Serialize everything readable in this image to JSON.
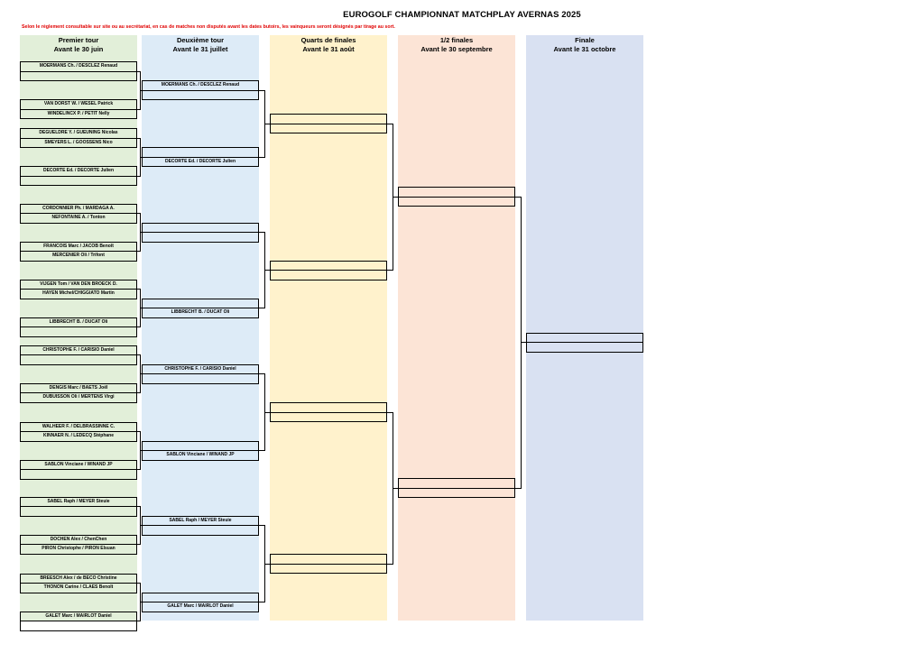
{
  "title": "EUROGOLF CHAMPIONNAT MATCHPLAY AVERNAS 2025",
  "note": "Selon le règlement consultable sur site ou au secrétariat, en cas de matches non disputés avant les dates butoirs, les vainqueurs seront désignés par tirage au sort.",
  "colors": {
    "round1": "#e2efd9",
    "round2": "#ddebf7",
    "quarters": "#fff2cc",
    "semis": "#fce4d6",
    "final": "#d9e1f2"
  },
  "rounds": [
    {
      "name": "Premier tour",
      "deadline": "Avant le 30 juin"
    },
    {
      "name": "Deuxième tour",
      "deadline": "Avant le 31 juillet"
    },
    {
      "name": "Quarts de finales",
      "deadline": "Avant le 31 août"
    },
    {
      "name": "1/2 finales",
      "deadline": "Avant le 30 septembre"
    },
    {
      "name": "Finale",
      "deadline": "Avant le 31 octobre"
    }
  ],
  "round1_slots": [
    "MOERMANS Ch. / DESCLEZ Renaud",
    "",
    "VAN DORST W. / WESEL Patrick",
    "WINDELINCX P. / PETIT Nelly",
    "DEGUELDRE Y. / GUEUNING Nicolas",
    "SMEYERS L. / GOOSSENS Nico",
    "DECORTE Ed. / DECORTE Julien",
    "",
    "CORDONNIER Ph. / MARDAGA A.",
    "NEFONTAINE A. / Tonton",
    "FRANCOIS Marc / JACOB Benoît",
    "MERCENIER Oli / Trifont",
    "VIJGEN Tom / VAN DEN BROECK D.",
    "HAYEN Michel/CHIGGIATO Martin",
    "LIBBRECHT B. / DUCAT Oli",
    "",
    "CHRISTOPHE F. / CARISIO Daniel",
    "",
    "DENGIS Marc / BAETS Joël",
    "DUBUISSON Oli / MERTENS Virgi",
    "WALHEER F. / DELBRASSINNE C.",
    "KINNAER N. / LEDECQ Stéphane",
    "SABLON Vinciane / WINAND JP",
    "",
    "SABEL Raph / MEYER Steuie",
    "",
    "DOCHEN Alex / ChenChen",
    "PIRON Christophe / PIRON Elsuan",
    "BREESCH Alex / de BECO Christine",
    "THONON Carine / CLAES Benoît",
    "GALET Marc / MAIRLOT Daniel",
    ""
  ],
  "round2_slots": [
    "MOERMANS Ch. / DESCLEZ Renaud",
    "",
    "",
    "DECORTE Ed. / DECORTE Julien",
    "",
    "",
    "",
    "LIBBRECHT B. / DUCAT Oli",
    "CHRISTOPHE F. / CARISIO Daniel",
    "",
    "",
    "SABLON Vinciane / WINAND JP",
    "SABEL Raph / MEYER Steuie",
    "",
    "",
    "GALET Marc / MAIRLOT Daniel"
  ],
  "quarter_slots": [
    "",
    "",
    "",
    "",
    "",
    "",
    "",
    ""
  ],
  "semi_slots": [
    "",
    "",
    "",
    ""
  ],
  "final_slots": [
    "",
    ""
  ]
}
